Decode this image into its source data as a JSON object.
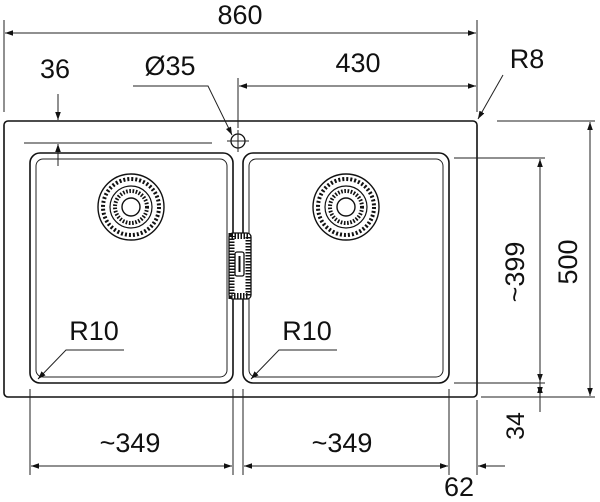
{
  "dimensions": {
    "overall_width": "860",
    "left_offset": "36",
    "tap_hole": "Ø35",
    "right_half": "430",
    "outer_radius": "R8",
    "bowl_depth": "~399",
    "overall_depth": "500",
    "bottom_margin": "34",
    "left_bowl_radius": "R10",
    "right_bowl_radius": "R10",
    "left_bowl_width": "~349",
    "right_bowl_width": "~349",
    "right_margin": "62"
  },
  "colors": {
    "line": "#111111",
    "background": "#ffffff"
  }
}
